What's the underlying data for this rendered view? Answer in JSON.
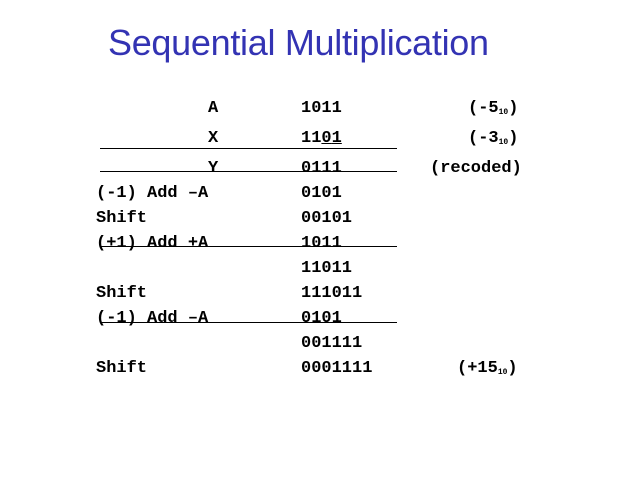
{
  "title": "Sequential Multiplication",
  "rows": [
    {
      "label": "A",
      "value": "1011",
      "note_pre": "(-5",
      "note_sub": "10",
      "note_post": ")"
    },
    {
      "label": "X",
      "value_parts": [
        "11",
        "0",
        "1",
        ""
      ],
      "note_pre": "(-3",
      "note_sub": "10",
      "note_post": ")"
    },
    {
      "label": "Y",
      "value": "0111",
      "note": "(recoded)"
    },
    {
      "label": "(-1) Add –A",
      "value": "0101"
    },
    {
      "label": "Shift",
      "value": "00101"
    },
    {
      "label": "(+1) Add +A",
      "value": "1011"
    },
    {
      "label": "",
      "value": "11011"
    },
    {
      "label": "Shift",
      "value": "111011"
    },
    {
      "label": "(-1) Add –A",
      "value": "0101"
    },
    {
      "label": "",
      "value": "001111"
    },
    {
      "label": "Shift",
      "value": "0001111",
      "note_pre": "(+15",
      "note_sub": "10",
      "note_post": ")"
    }
  ]
}
